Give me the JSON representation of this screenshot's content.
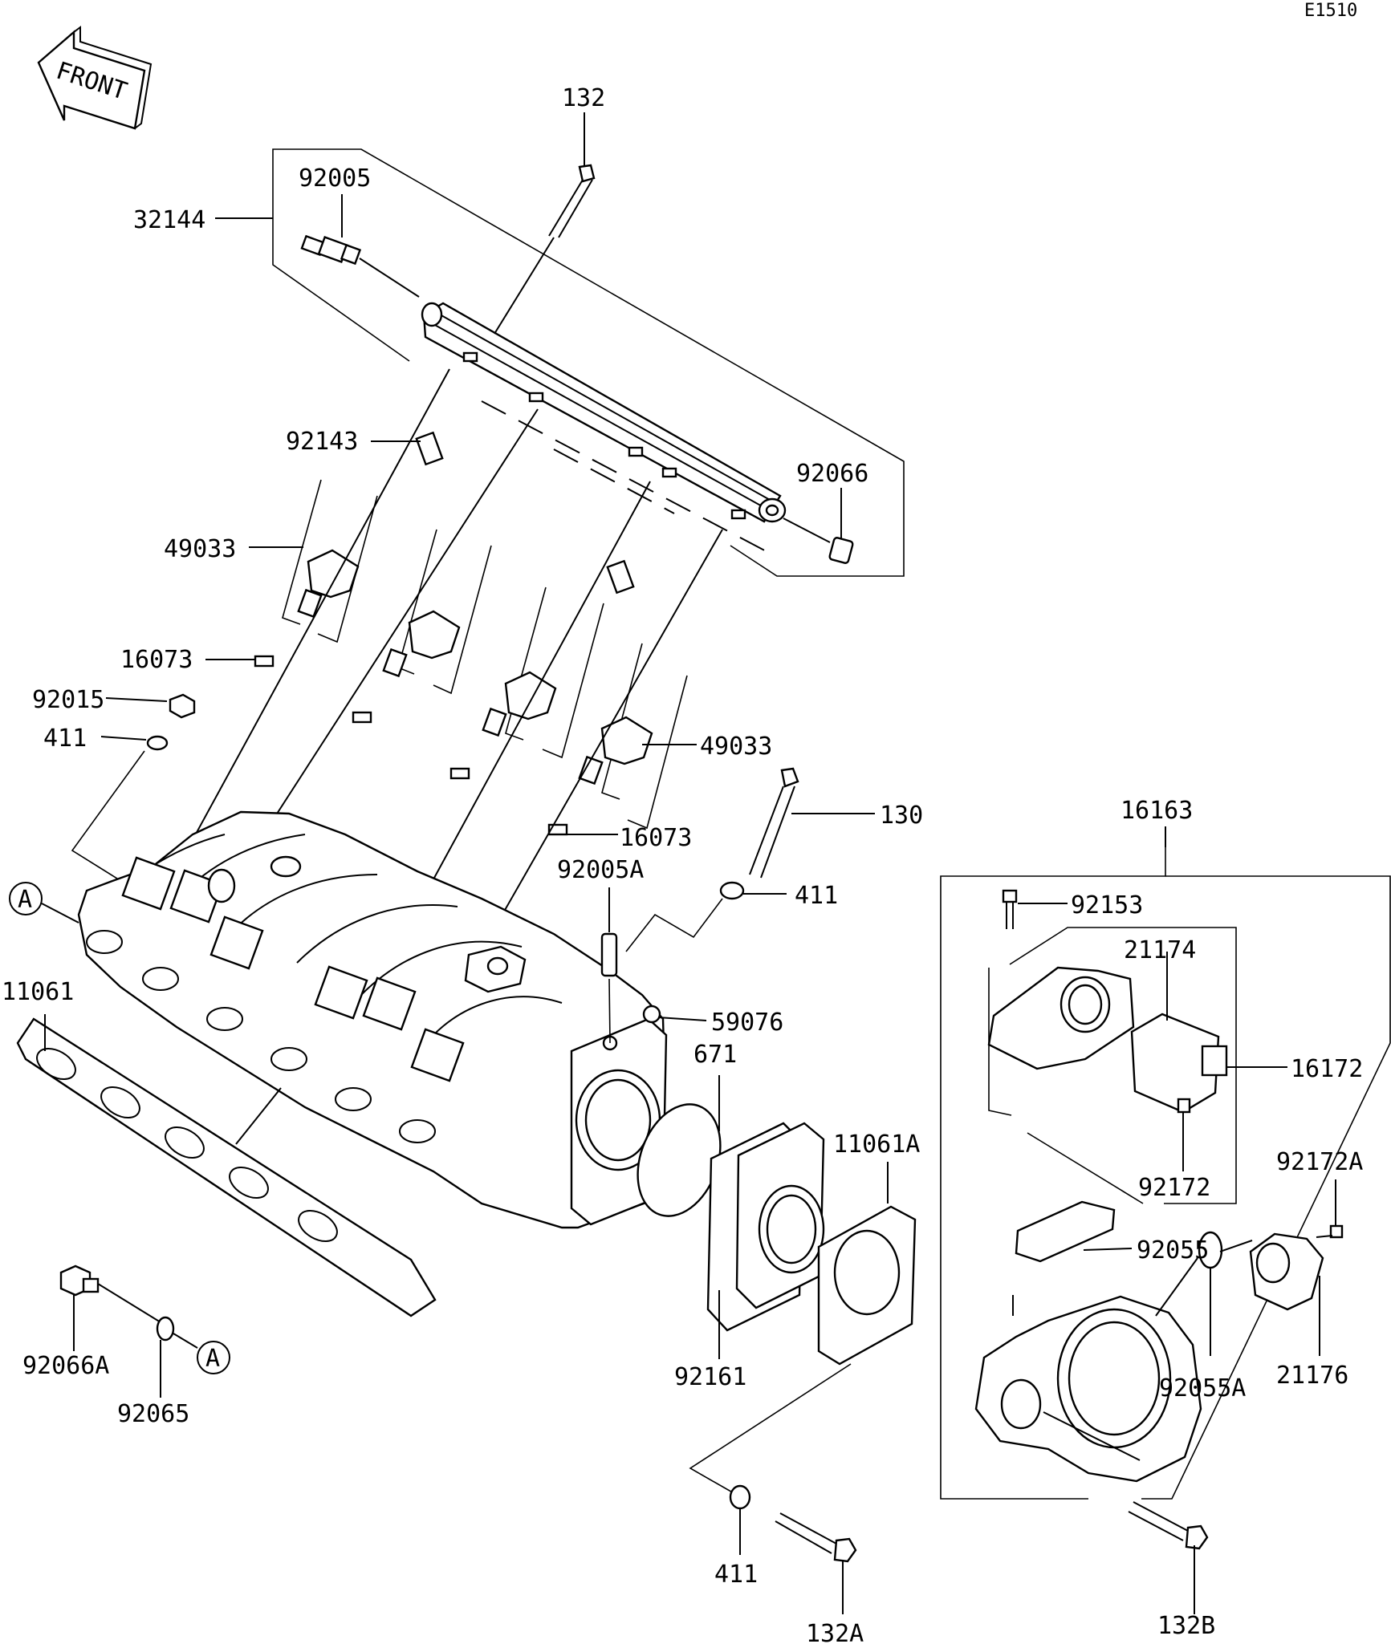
{
  "diagram_id": "E1510",
  "front_label": "FRONT",
  "ref_mark": "A",
  "labels": {
    "p132": "132",
    "p32144": "32144",
    "p92005": "92005",
    "p92143": "92143",
    "p92066": "92066",
    "p49033_a": "49033",
    "p49033_b": "49033",
    "p16073_a": "16073",
    "p16073_b": "16073",
    "p92015": "92015",
    "p411_a": "411",
    "p411_b": "411",
    "p411_c": "411",
    "p130": "130",
    "p92005A": "92005A",
    "p16163": "16163",
    "p92153": "92153",
    "p21174": "21174",
    "p16172": "16172",
    "p92172": "92172",
    "p92172A": "92172A",
    "p59076": "59076",
    "p671": "671",
    "p11061": "11061",
    "p11061A": "11061A",
    "p92055": "92055",
    "p92055A": "92055A",
    "p21176": "21176",
    "p92161": "92161",
    "p92066A": "92066A",
    "p92065": "92065",
    "p132A": "132A",
    "p132B": "132B"
  }
}
